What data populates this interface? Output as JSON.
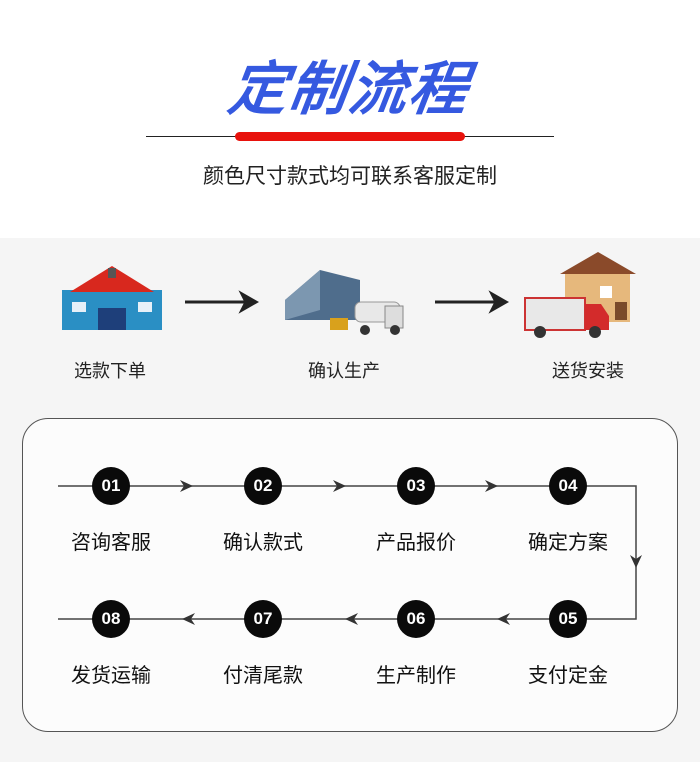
{
  "header": {
    "title": "定制流程",
    "subtitle": "颜色尺寸款式均可联系客服定制"
  },
  "overview": [
    {
      "label": "选款下单",
      "icon": "house-icon"
    },
    {
      "label": "确认生产",
      "icon": "factory-icon"
    },
    {
      "label": "送货安装",
      "icon": "delivery-truck-icon"
    }
  ],
  "steps": [
    {
      "num": "01",
      "label": "咨询客服"
    },
    {
      "num": "02",
      "label": "确认款式"
    },
    {
      "num": "03",
      "label": "产品报价"
    },
    {
      "num": "04",
      "label": "确定方案"
    },
    {
      "num": "05",
      "label": "支付定金"
    },
    {
      "num": "06",
      "label": "生产制作"
    },
    {
      "num": "07",
      "label": "付清尾款"
    },
    {
      "num": "08",
      "label": "发货运输"
    }
  ],
  "colors": {
    "title": "#3559e0",
    "accent": "#e8120c"
  }
}
